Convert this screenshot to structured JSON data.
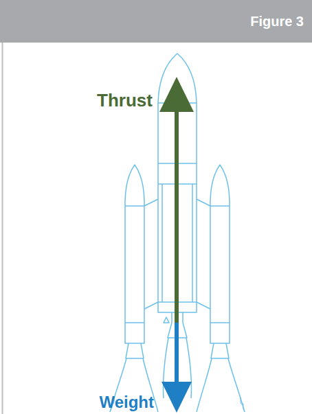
{
  "diagram": {
    "title": "Figure 3",
    "labels": [
      "Thrust",
      "Weight"
    ]
  }
}
